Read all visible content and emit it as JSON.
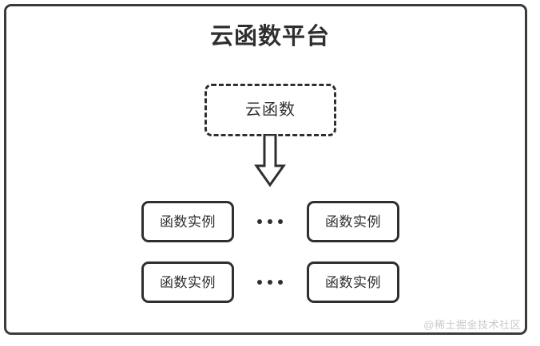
{
  "diagram": {
    "title": "云函数平台",
    "container_border_color": "#3b3b3d",
    "stroke_color": "#2f2f31",
    "background_color": "#ffffff",
    "cloud_function": {
      "label": "云函数",
      "border_style": "dashed"
    },
    "arrow": {
      "name": "down-block-arrow",
      "direction": "down"
    },
    "rows": [
      {
        "left_instance": "函数实例",
        "ellipsis": "•••",
        "right_instance": "函数实例"
      },
      {
        "left_instance": "函数实例",
        "ellipsis": "•••",
        "right_instance": "函数实例"
      }
    ],
    "watermark": "@稀土掘金技术社区",
    "watermark_color": "#c9c9cb"
  }
}
